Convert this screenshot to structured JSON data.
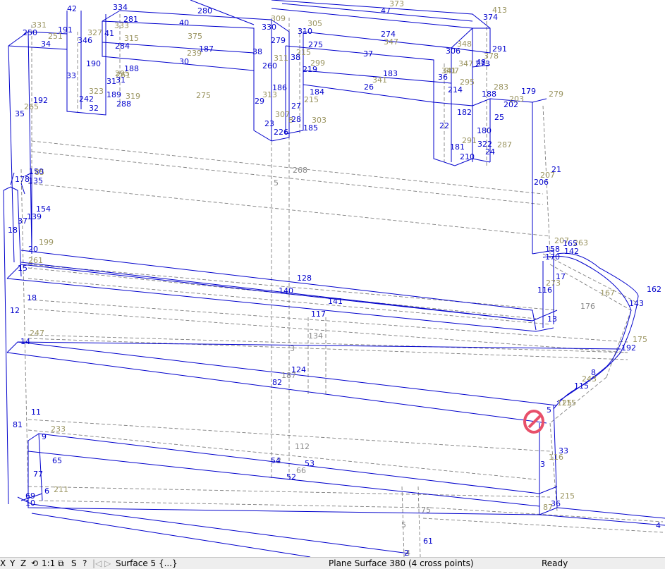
{
  "colors": {
    "geometry_line": "#0000cc",
    "geometry_label": "#0000cc",
    "hidden_line": "#808080",
    "hidden_label": "#8a8a8a",
    "point_label": "#9a9460",
    "highlight": "#e8506a",
    "statusbar_bg": "#eeeeee"
  },
  "statusbar": {
    "buttons": [
      "X",
      "Y",
      "Z",
      "⟲",
      "1:1",
      "⧉",
      "S",
      "?",
      "|◁",
      "▷"
    ],
    "surface_selector": "Surface 5 {...}",
    "message": "Plane Surface 380 (4 cross points)",
    "status": "Ready"
  },
  "labels": {
    "blue": [
      "42",
      "47",
      "374",
      "280",
      "281",
      "334",
      "40",
      "330",
      "310",
      "274",
      "306",
      "291",
      "250",
      "34",
      "191",
      "346",
      "41",
      "284",
      "187",
      "38",
      "279",
      "275",
      "37",
      "273",
      "48",
      "30",
      "260",
      "38",
      "219",
      "183",
      "33",
      "190",
      "188",
      "31",
      "36",
      "214",
      "26",
      "179",
      "35",
      "192",
      "31",
      "189",
      "242",
      "32",
      "288",
      "29",
      "186",
      "27",
      "184",
      "188",
      "182",
      "202",
      "22",
      "25",
      "180",
      "23",
      "226",
      "28",
      "185",
      "322",
      "181",
      "210",
      "24",
      "206",
      "21",
      "178",
      "150",
      "135",
      "154",
      "139",
      "37",
      "18",
      "20",
      "158",
      "165",
      "142",
      "170",
      "15",
      "128",
      "140",
      "17",
      "141",
      "116",
      "18",
      "117",
      "12",
      "13",
      "162",
      "143",
      "14",
      "192",
      "124",
      "82",
      "8",
      "115",
      "11",
      "81",
      "9",
      "65",
      "53",
      "52",
      "5",
      "33",
      "77",
      "3",
      "6",
      "69",
      "10",
      "36",
      "61",
      "54",
      "2",
      "4",
      "42"
    ],
    "gray": [
      "5",
      "268",
      "176",
      "4",
      "134",
      "3",
      "187",
      "2",
      "66",
      "112",
      "75",
      "5"
    ],
    "olive": [
      "331",
      "413",
      "251",
      "327",
      "315",
      "375",
      "333",
      "309",
      "305",
      "373",
      "347",
      "348",
      "378",
      "311",
      "299",
      "215",
      "341",
      "347",
      "341",
      "239",
      "295",
      "307",
      "265",
      "283",
      "279",
      "203",
      "323",
      "319",
      "275",
      "261",
      "313",
      "215",
      "307",
      "303",
      "291",
      "287",
      "295",
      "207",
      "199",
      "261",
      "247",
      "233",
      "211",
      "215",
      "207",
      "263",
      "273",
      "167",
      "175",
      "243",
      "125",
      "115",
      "116",
      "87",
      "85",
      "8"
    ]
  }
}
